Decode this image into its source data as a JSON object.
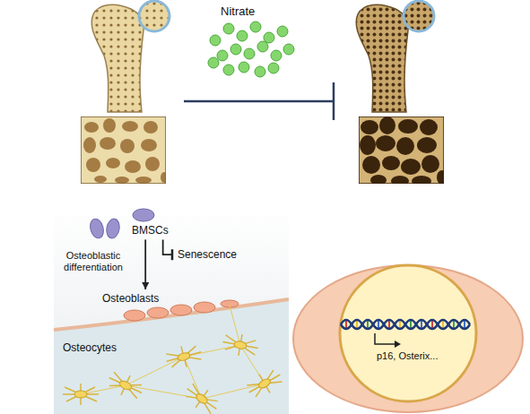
{
  "diagram": {
    "nodes": [
      {
        "text": [
          "BMSCs"
        ]
      },
      {
        "text": [
          "Osteoblasts"
        ]
      },
      {
        "text": [
          "Senescence"
        ]
      }
    ],
    "edges": [
      {
        "from": 0,
        "to": 1,
        "arrow": "to"
      },
      {
        "from": 0,
        "to": 2,
        "arrow": "to"
      }
    ],
    "labels": [
      "Nitrate",
      "Osteoblastic differentiation",
      "Osteocytes",
      "p16, Osterix..."
    ]
  }
}
